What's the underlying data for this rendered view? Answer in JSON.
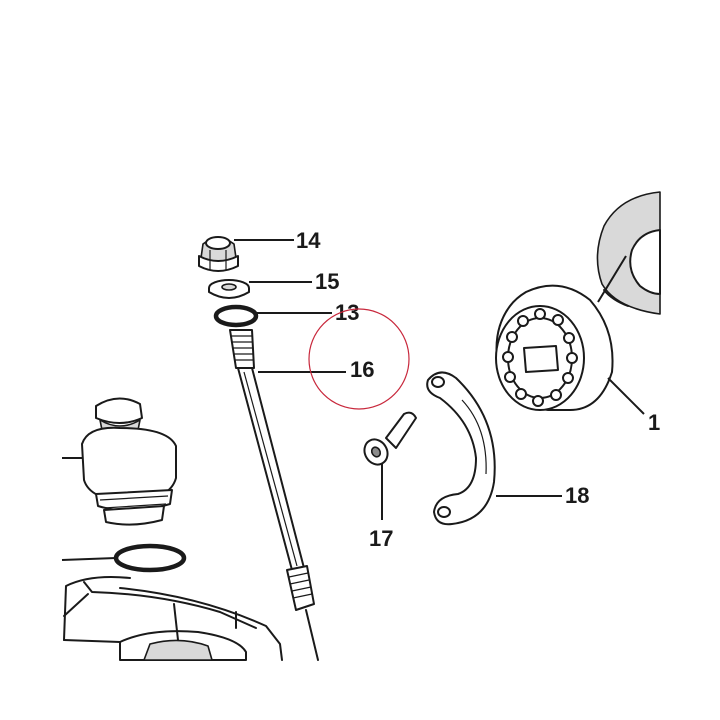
{
  "callouts": {
    "p13": "13",
    "p14": "14",
    "p15": "15",
    "p16": "16",
    "p17": "17",
    "p18": "18",
    "p19": "1"
  },
  "highlight": {
    "color": "#c8283c",
    "target": "16"
  },
  "colors": {
    "ink": "#1a1a1a",
    "shade": "#d9d9d9",
    "background": "#ffffff"
  }
}
